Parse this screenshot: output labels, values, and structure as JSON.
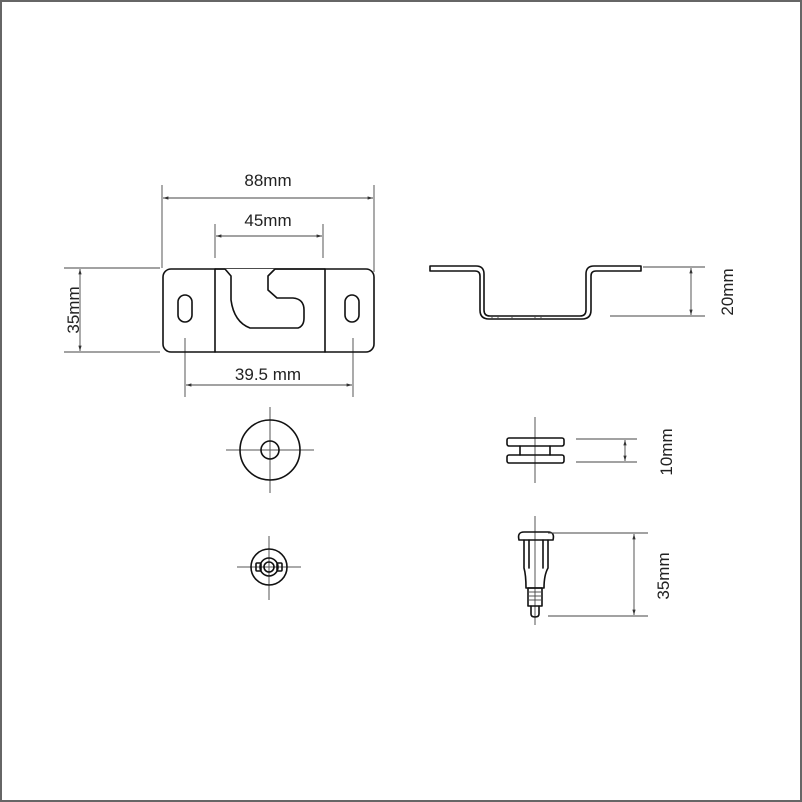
{
  "drawing": {
    "frame_color": "#666666",
    "line_color": "#111111",
    "background": "#ffffff"
  },
  "bracket_plate": {
    "dims": {
      "overall_width": "88mm",
      "slot_width": "45mm",
      "height": "35mm",
      "hole_spacing": "39.5 mm"
    }
  },
  "bracket_profile": {
    "dims": {
      "depth": "20mm"
    }
  },
  "washer": {
    "dims": {
      "thickness": "10mm"
    }
  },
  "pin": {
    "dims": {
      "length": "35mm"
    }
  }
}
